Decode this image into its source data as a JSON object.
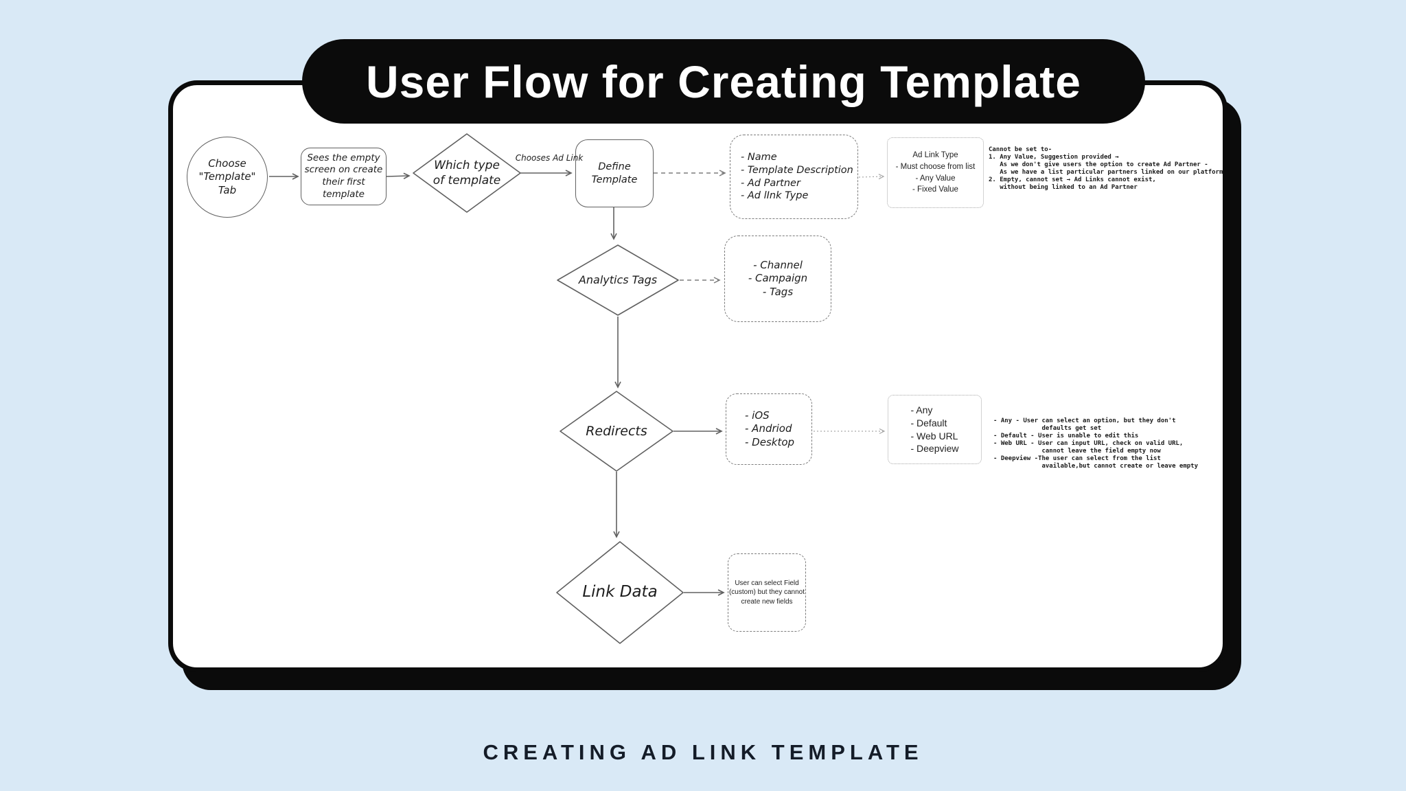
{
  "title": "User Flow for Creating Template",
  "caption": "CREATING AD LINK TEMPLATE",
  "colors": {
    "background": "#d9e9f6",
    "card": "#ffffff",
    "ink": "#0b0b0b",
    "shape_stroke": "#606060",
    "dotted_stroke": "#a6a6a6"
  },
  "flow": {
    "start": "Choose\n\"Template\"\nTab",
    "empty_screen": "Sees the empty\nscreen on create\ntheir first\ntemplate",
    "which_type": "Which type\nof template",
    "edge_label": "Chooses Ad Link",
    "define_template": "Define Template",
    "template_fields": "- Name\n- Template Description\n- Ad Partner\n- Ad lInk Type",
    "ad_link_type_rule": "Ad Link Type\n- Must choose from list\n- Any Value\n- Fixed Value",
    "ad_link_type_note": "Cannot be set to-\n1. Any Value, Suggestion provided →\n   As we don't give users the option to create Ad Partner -\n   As we have a list particular partners linked on our platform\n2. Empty, cannot set → Ad Links cannot exist,\n   without being linked to an Ad Partner",
    "analytics_tags": "Analytics Tags",
    "analytics_fields": "- Channel\n- Campaign\n- Tags",
    "redirects": "Redirects",
    "redirect_targets": "- iOS\n- Andriod\n- Desktop",
    "redirect_options": "- Any\n- Default\n- Web URL\n- Deepview",
    "redirects_note": "- Any - User can select an option, but they don't\n             defaults get set\n- Default - User is unable to edit this\n- Web URL - User can input URL, check on valid URL,\n             cannot leave the field empty now\n- Deepview -The user can select from the list\n             available,but cannot create or leave empty",
    "link_data": "Link Data",
    "link_data_note": "User can select Field\n(custom) but they cannot\ncreate new fields"
  }
}
